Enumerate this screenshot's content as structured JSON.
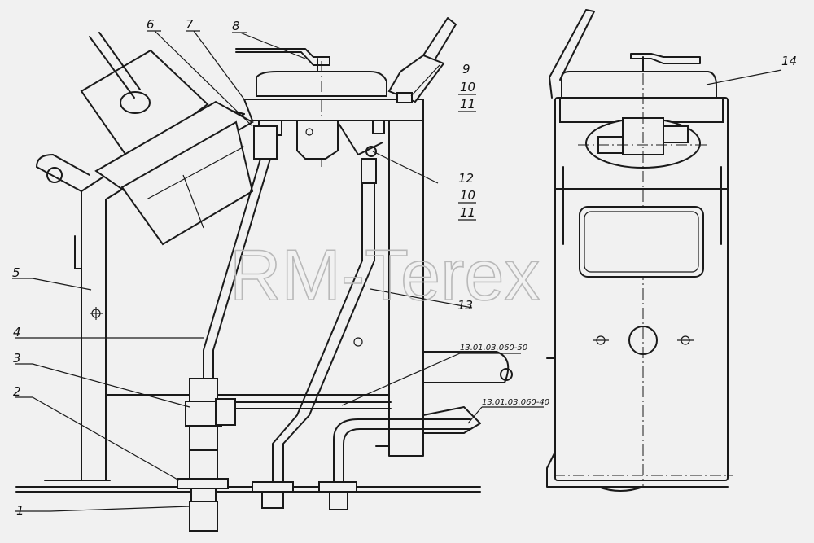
{
  "watermark": "RM-Terex",
  "callouts": {
    "c1": "1",
    "c2": "2",
    "c3": "3",
    "c4": "4",
    "c5": "5",
    "c6": "6",
    "c7": "7",
    "c8": "8",
    "c9": "9",
    "c10a": "10",
    "c11a": "11",
    "c12": "12",
    "c10b": "10",
    "c11b": "11",
    "c13": "13",
    "c14": "14"
  },
  "refs": {
    "r50": "13.01.03.060-50",
    "r40": "13.01.03.060-40"
  }
}
